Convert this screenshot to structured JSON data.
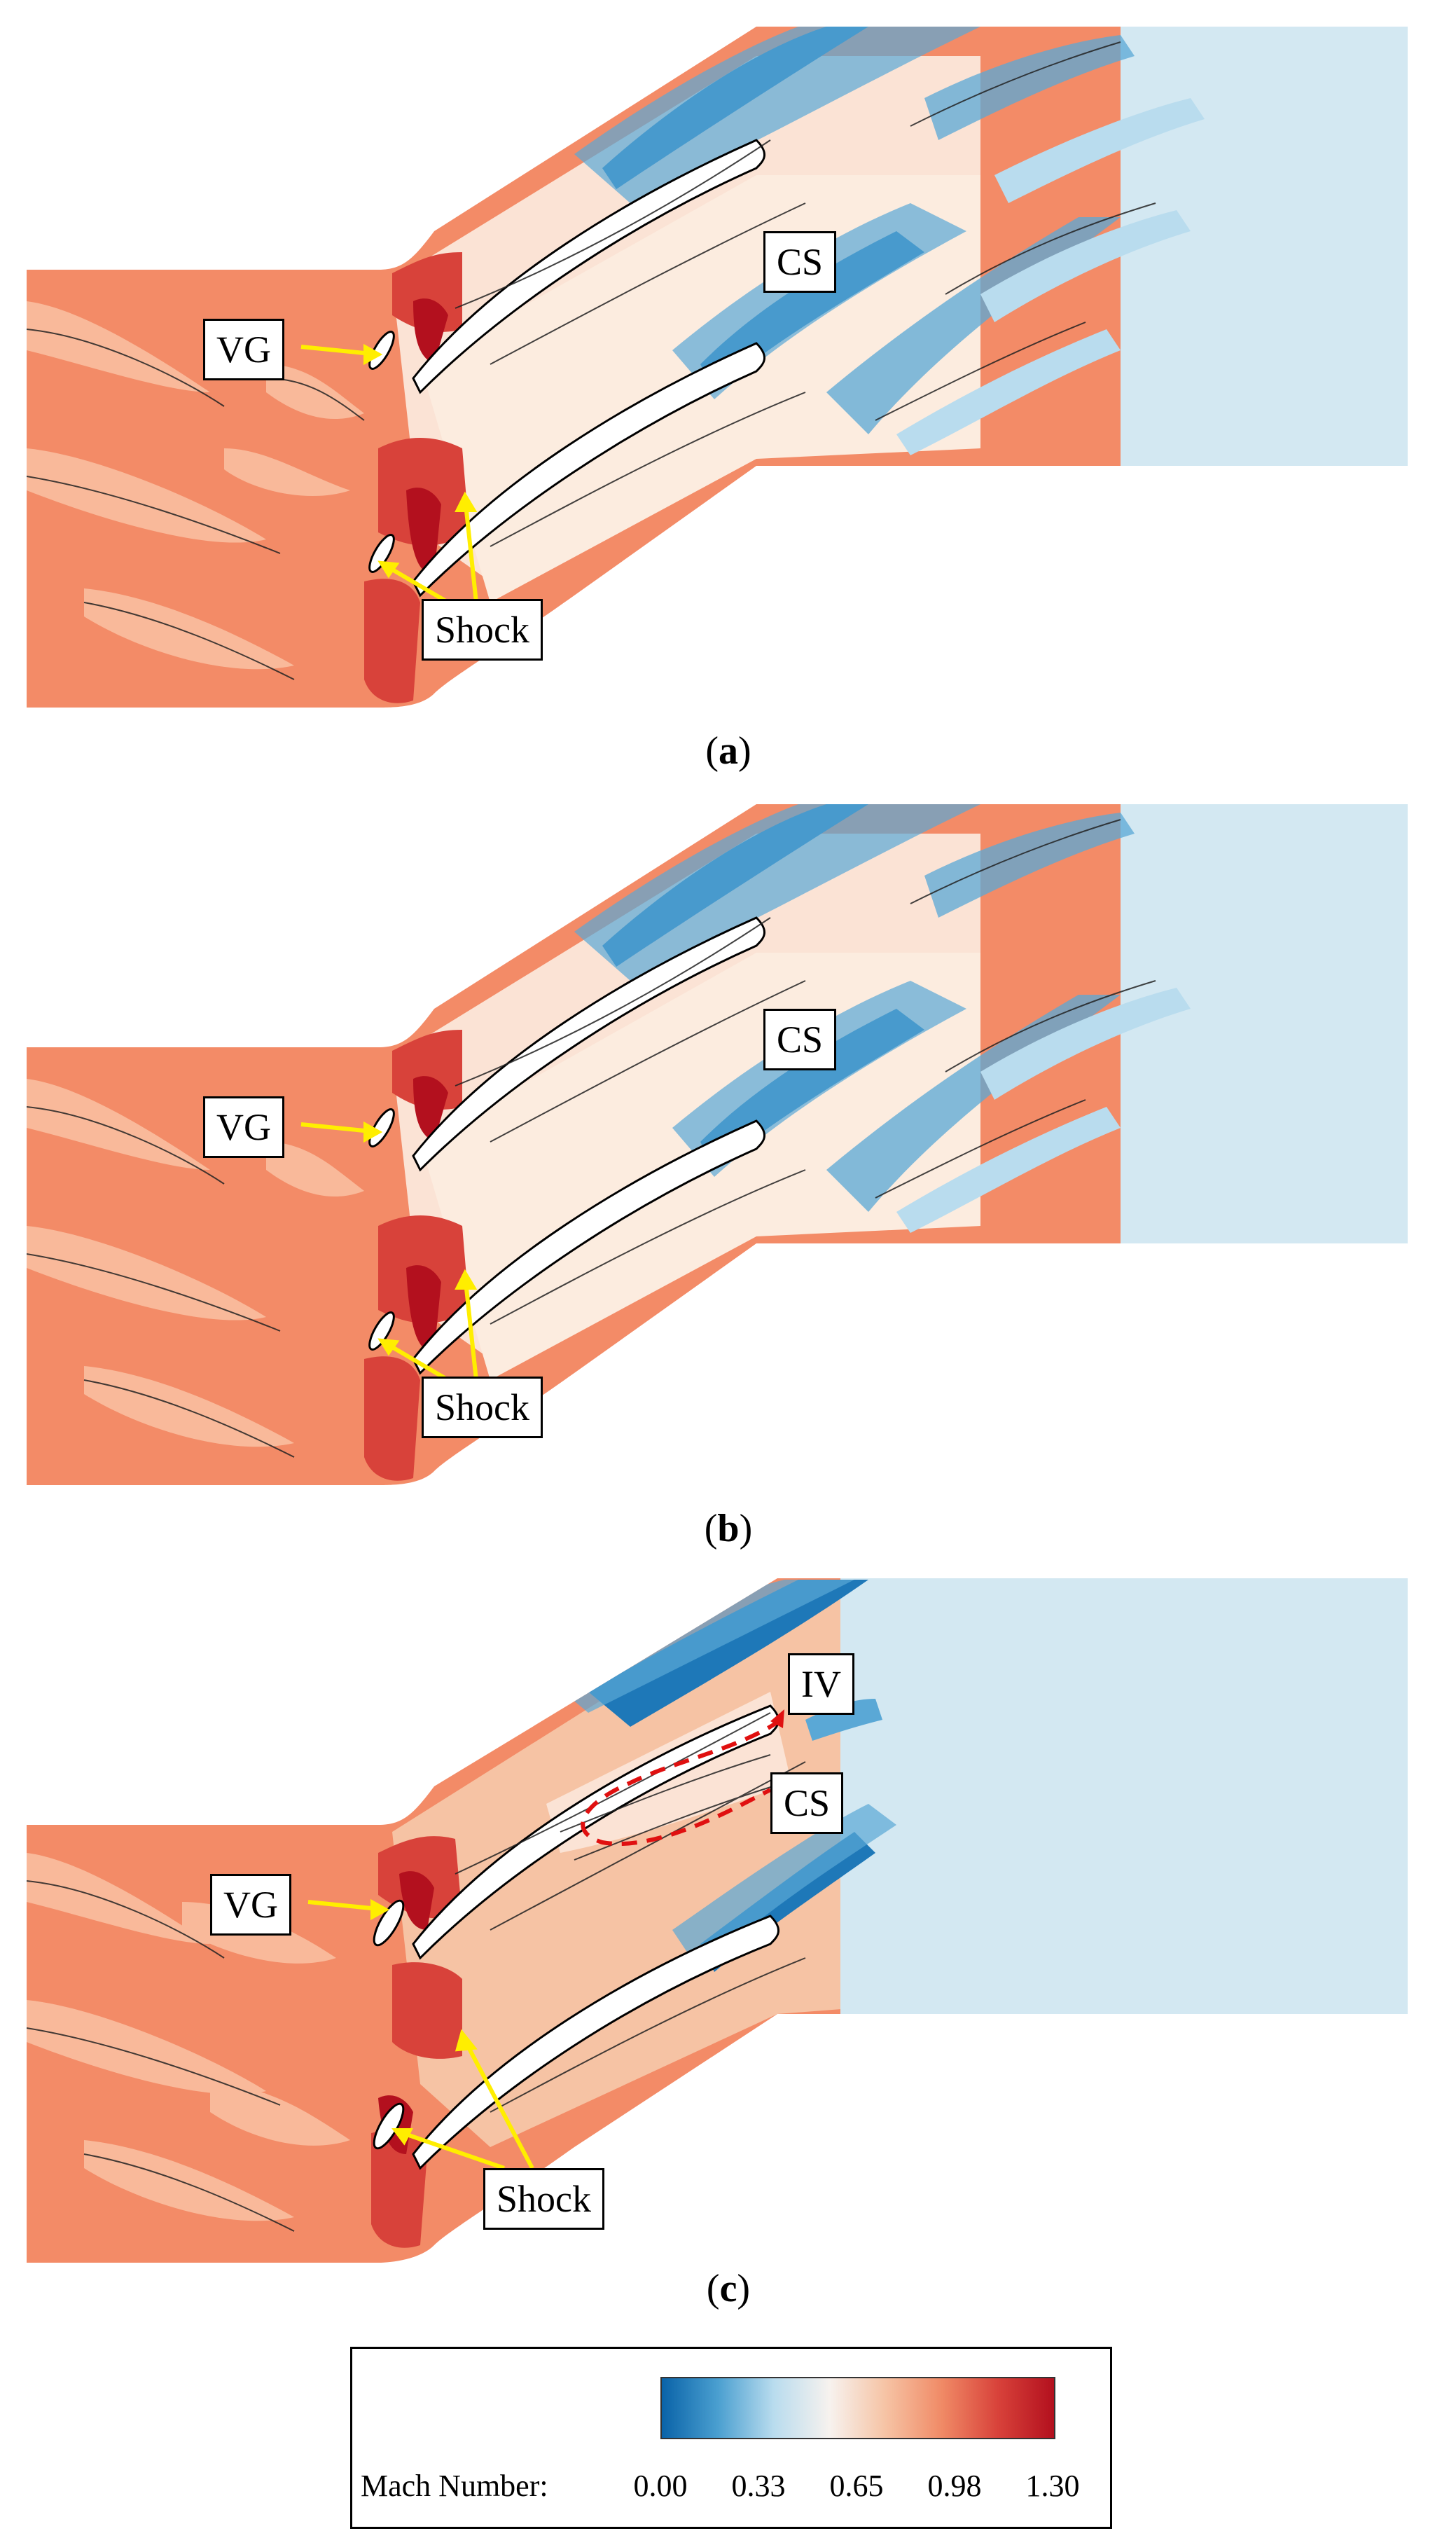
{
  "panels": [
    {
      "id": "a",
      "caption": "a",
      "labels": {
        "vg": "VG",
        "cs": "CS",
        "shock": "Shock"
      }
    },
    {
      "id": "b",
      "caption": "b",
      "labels": {
        "vg": "VG",
        "cs": "CS",
        "shock": "Shock"
      }
    },
    {
      "id": "c",
      "caption": "c",
      "labels": {
        "vg": "VG",
        "cs": "CS",
        "shock": "Shock",
        "iv": "IV"
      }
    }
  ],
  "legend": {
    "title": "Mach Number:",
    "ticks": [
      "0.00",
      "0.33",
      "0.65",
      "0.98",
      "1.30"
    ],
    "colormap": [
      "#0a63a8",
      "#4a9fd0",
      "#b9dcee",
      "#f7f2ee",
      "#f6c3a4",
      "#f08a66",
      "#d8423a",
      "#b3101e"
    ]
  },
  "colors": {
    "inlet": "#f38b67",
    "inlet_light": "#f9b99a",
    "supersonic": "#d8423a",
    "deep": "#b3101e",
    "passage": "#fbe3d5",
    "suction_blue": "#1e78b8",
    "mid_blue": "#5aa8d6",
    "light_blue": "#cfe5f1",
    "outlet": "#d3e8f2",
    "arrow": "#ffee00",
    "iv_line": "#e01010"
  }
}
